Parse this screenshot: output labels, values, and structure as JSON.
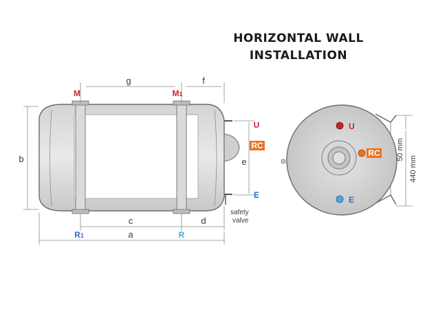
{
  "title": {
    "line1": "HORIZONTAL WALL",
    "line2": "INSTALLATION"
  },
  "labels": {
    "M": "M",
    "M1_base": "M",
    "M1_sub": "1",
    "g": "g",
    "f": "f",
    "U": "U",
    "RC": "RC",
    "e": "e",
    "E": "E",
    "b": "b",
    "c": "c",
    "d": "d",
    "safety_line1": "safety",
    "safety_line2": "valve",
    "R1_base": "R",
    "R1_sub": "1",
    "a": "a",
    "R": "R"
  },
  "side_view": {
    "U": "U",
    "RC": "RC",
    "E": "E",
    "dim_50": "50 mm",
    "dim_440": "440 mm"
  },
  "colors": {
    "red": "#c8242c",
    "orange": "#e8731f",
    "blue": "#2f6fc0",
    "lightblue": "#4aa8e0",
    "tank": "#c9c9c9",
    "tank_light": "#e2e2e2"
  }
}
